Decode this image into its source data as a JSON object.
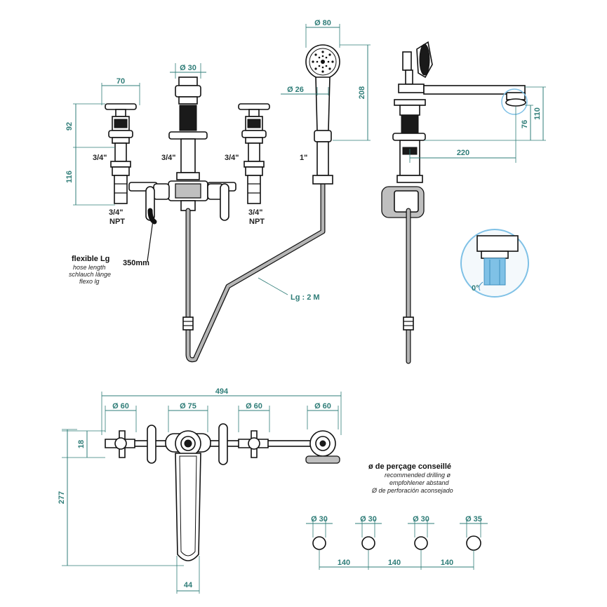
{
  "colors": {
    "dimension": "#2f7d78",
    "outline": "#111111",
    "hose_fill": "#b5b5b5",
    "detail_blue": "#7fc1e6",
    "bg": "#ffffff"
  },
  "dimensions": {
    "cross_handle_width": "70",
    "cross_handle_height": "92",
    "valve_body_height": "116",
    "thread_left_top": "3/4\"",
    "thread_left_bottom": "3/4\"",
    "npt_left": "NPT",
    "diverter_dia": "Ø 30",
    "thread_center": "3/4\"",
    "thread_right_top": "3/4\"",
    "thread_right_bottom": "3/4\"",
    "npt_right": "NPT",
    "shower_head_dia": "Ø 80",
    "shower_handle_dia": "Ø 26",
    "shower_height": "208",
    "shower_thread": "1\"",
    "spout_reach": "220",
    "spout_height_110": "110",
    "spout_height_76": "76",
    "angle": "0°",
    "hose_lg": "Lg : 2 M",
    "flexible_length": "350mm",
    "top_total": "494",
    "top_dia_1": "Ø 60",
    "top_dia_2": "Ø 75",
    "top_dia_3": "Ø 60",
    "top_dia_4": "Ø 60",
    "top_18": "18",
    "top_277": "277",
    "top_44": "44"
  },
  "notes": {
    "flexible_title": "flexible Lg",
    "flexible_en": "hose length",
    "flexible_de": "schlauch länge",
    "flexible_es": "flexo lg"
  },
  "drilling": {
    "title": "ø de perçage conseillé",
    "line_en": "recommended drilling ø",
    "line_de": "empfohlener abstand",
    "line_es": "Ø de perforación aconsejado",
    "holes": [
      "Ø 30",
      "Ø 30",
      "Ø 30",
      "Ø 35"
    ],
    "spacings": [
      "140",
      "140",
      "140"
    ]
  }
}
